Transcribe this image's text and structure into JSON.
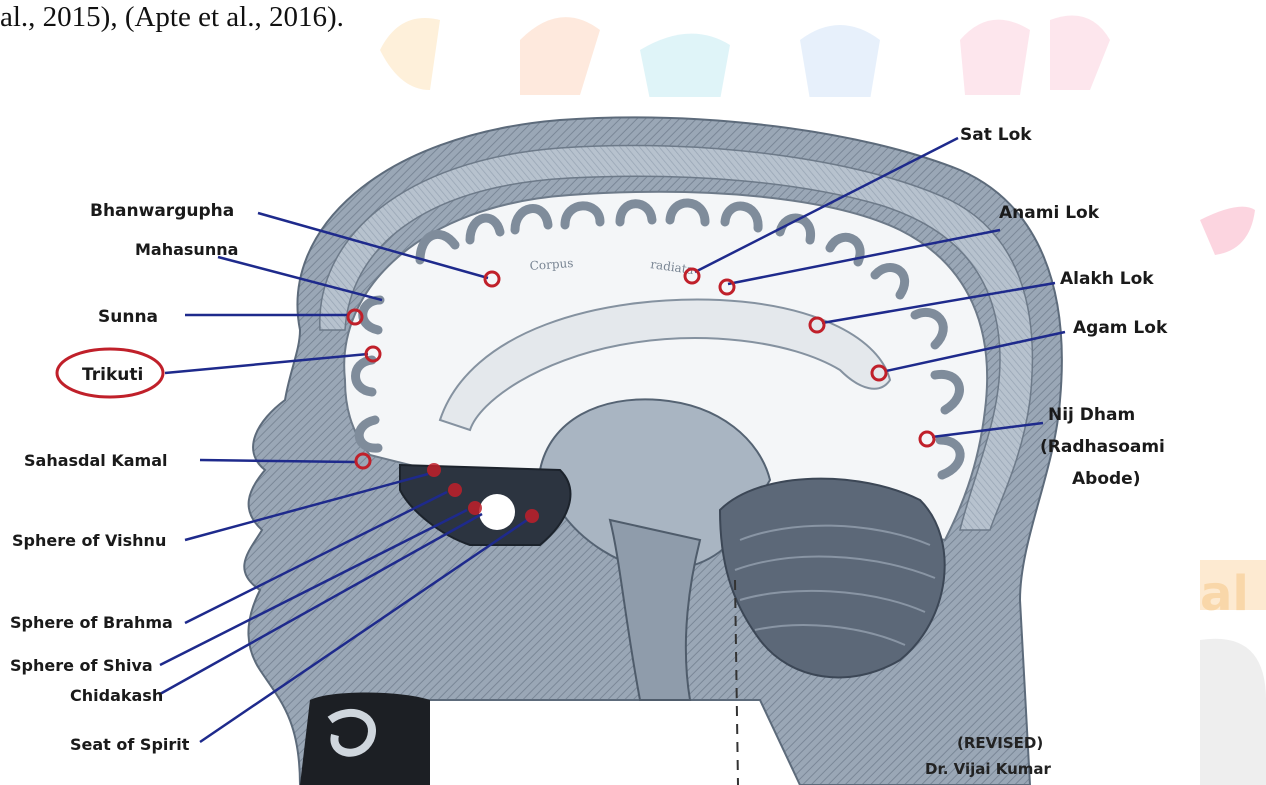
{
  "citation_text": "al., 2015), (Apte et al., 2016).",
  "labels": {
    "sat_lok": "Sat Lok",
    "bhanwargupha": "Bhanwargupha",
    "anami_lok": "Anami Lok",
    "mahasunna": "Mahasunna",
    "alakh_lok": "Alakh Lok",
    "sunna": "Sunna",
    "agam_lok": "Agam Lok",
    "trikuti": "Trikuti",
    "nij_dham_1": "Nij Dham",
    "nij_dham_2": "(Radhasoami",
    "nij_dham_3": "Abode)",
    "sahasdal_kamal": "Sahasdal Kamal",
    "sphere_vishnu": "Sphere of Vishnu",
    "sphere_brahma": "Sphere of Brahma",
    "sphere_shiva": "Sphere of Shiva",
    "chidakash": "Chidakash",
    "seat_of_spirit": "Seat of Spirit"
  },
  "credit": {
    "line1": "(REVISED)",
    "line2": "Dr. Vijai Kumar"
  },
  "colors": {
    "leader_line": "#1e2a8c",
    "marker": "#c0202a",
    "highlight_ellipse": "#c0202a",
    "label_text": "#1a1a1a",
    "head_fill": "#8a98a8",
    "brain_fill": "#f4f6f8"
  }
}
